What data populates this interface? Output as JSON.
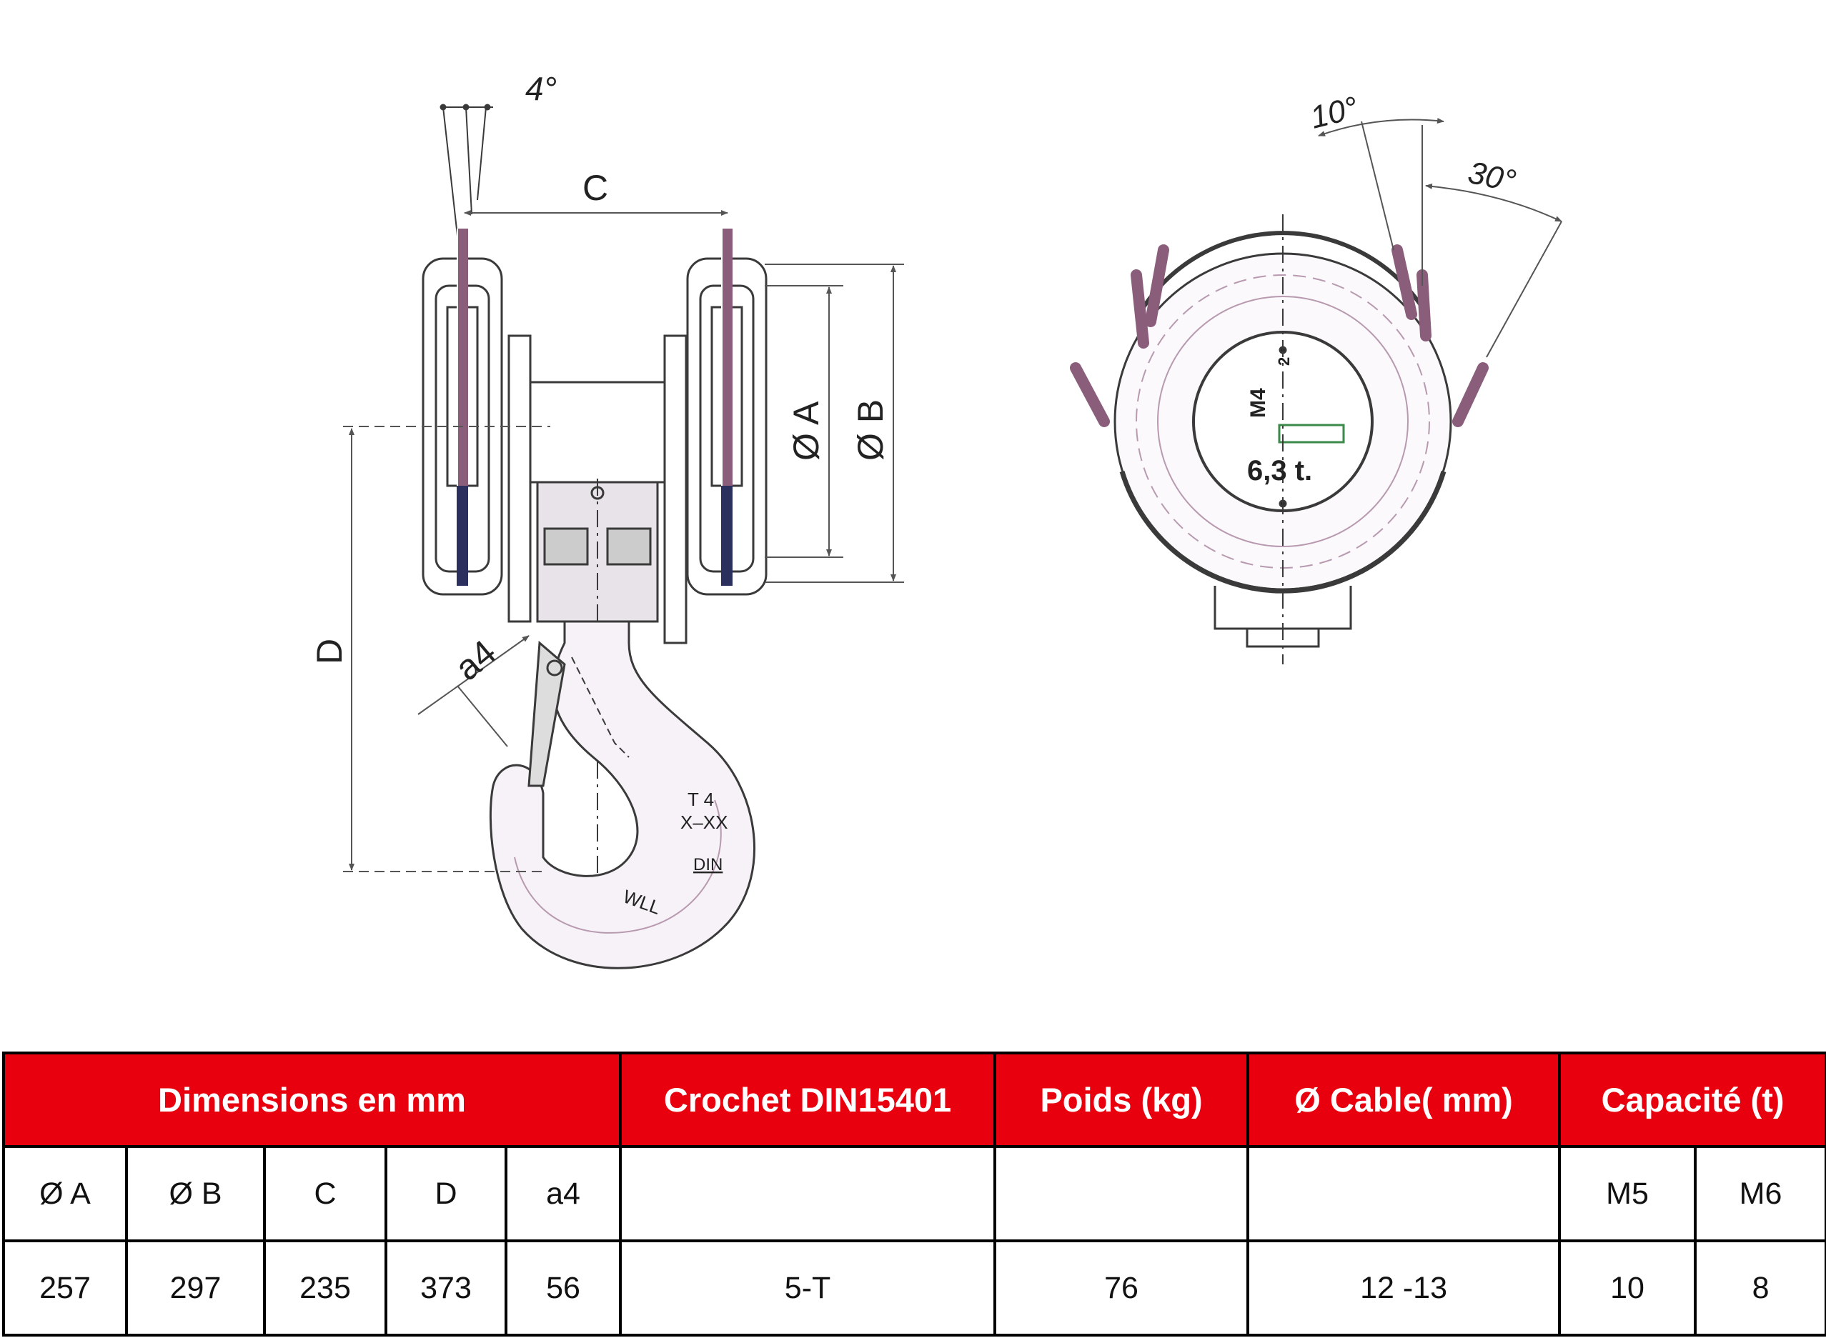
{
  "drawing": {
    "colors": {
      "line": "#3a3a3a",
      "rope": "#8a5e7a",
      "rope_dark": "#2b2f5e",
      "hook_fill": "#f6f2f7",
      "dim": "#555555"
    },
    "side_view": {
      "angle_label": "4°",
      "dim_c": "C",
      "dim_a": "Ø A",
      "dim_b": "Ø B",
      "dim_d": "D",
      "dim_a4": "a4",
      "hook_mark_1": "T 4",
      "hook_mark_2": "X–XX",
      "hook_mark_din": "DIN",
      "hook_mark_wll": "WLL"
    },
    "front_view": {
      "angle_10": "10°",
      "angle_30": "30°",
      "group_label": "M4",
      "small_label": "2",
      "capacity_label": "6,3 t."
    }
  },
  "table": {
    "headers": {
      "dimensions": "Dimensions en mm",
      "hook": "Crochet DIN15401",
      "weight": "Poids (kg)",
      "cable": "Ø Cable( mm)",
      "capacity": "Capacité (t)"
    },
    "subheaders": {
      "a": "Ø A",
      "b": "Ø B",
      "c": "C",
      "d": "D",
      "a4": "a4",
      "m5": "M5",
      "m6": "M6"
    },
    "row": {
      "a": "257",
      "b": "297",
      "c": "235",
      "d": "373",
      "a4": "56",
      "hook": "5-T",
      "weight": "76",
      "cable": "12 -13",
      "m5": "10",
      "m6": "8"
    }
  }
}
